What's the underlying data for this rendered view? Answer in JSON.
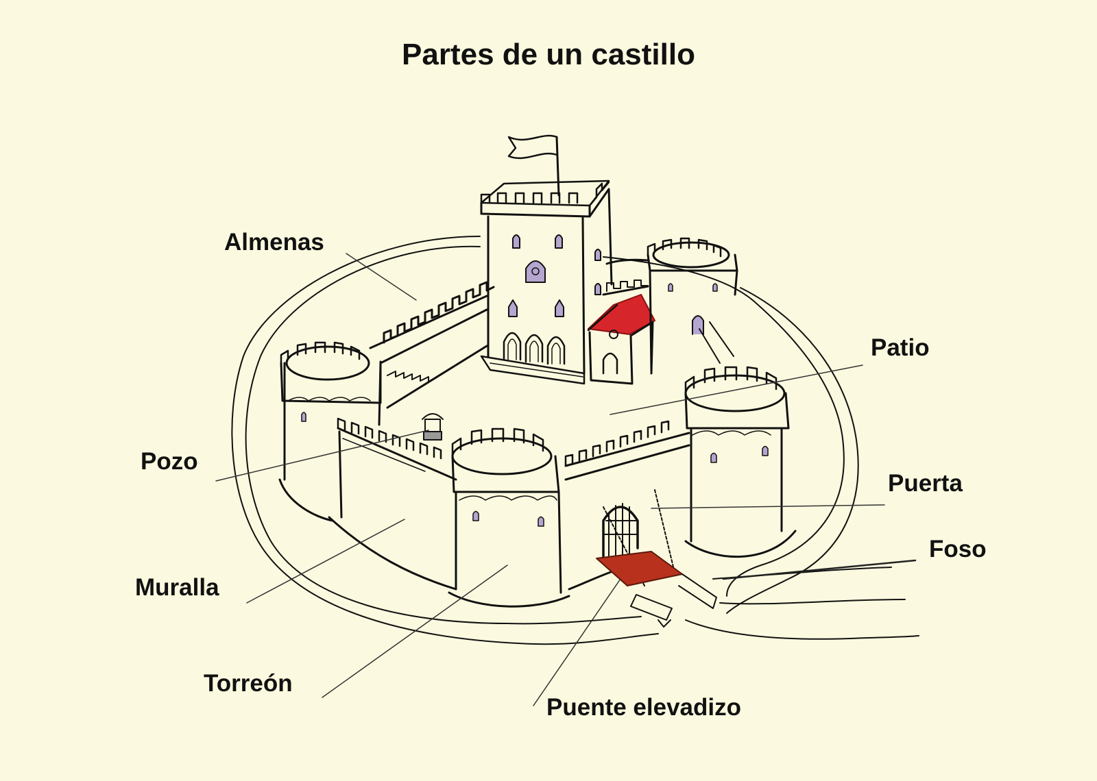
{
  "title": "Partes de un castillo",
  "labels": {
    "almenas": "Almenas",
    "patio": "Patio",
    "pozo": "Pozo",
    "puerta": "Puerta",
    "foso": "Foso",
    "muralla": "Muralla",
    "torreon": "Torreón",
    "puente": "Puente elevadizo"
  },
  "colors": {
    "paper": "#fbf9df",
    "ink": "#111111",
    "roof_red": "#d7262b",
    "bridge_red": "#b8311c",
    "window_violet": "#b5a6d0"
  }
}
